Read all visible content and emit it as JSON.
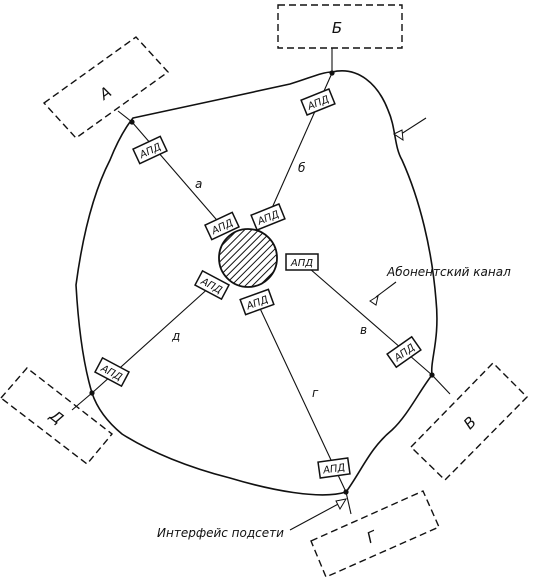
{
  "labels": {
    "apd": "АПД",
    "terminal_a": "А",
    "terminal_b": "Б",
    "terminal_v": "В",
    "terminal_g": "Г",
    "terminal_d": "Д",
    "line_a": "а",
    "line_b": "б",
    "line_v": "в",
    "line_g": "г",
    "line_d": "д",
    "subscriber_channel": "Абонентский канал",
    "subnet_interface": "Интерфейс подсети"
  },
  "colors": {
    "ink": "#111111",
    "background": "#ffffff"
  }
}
